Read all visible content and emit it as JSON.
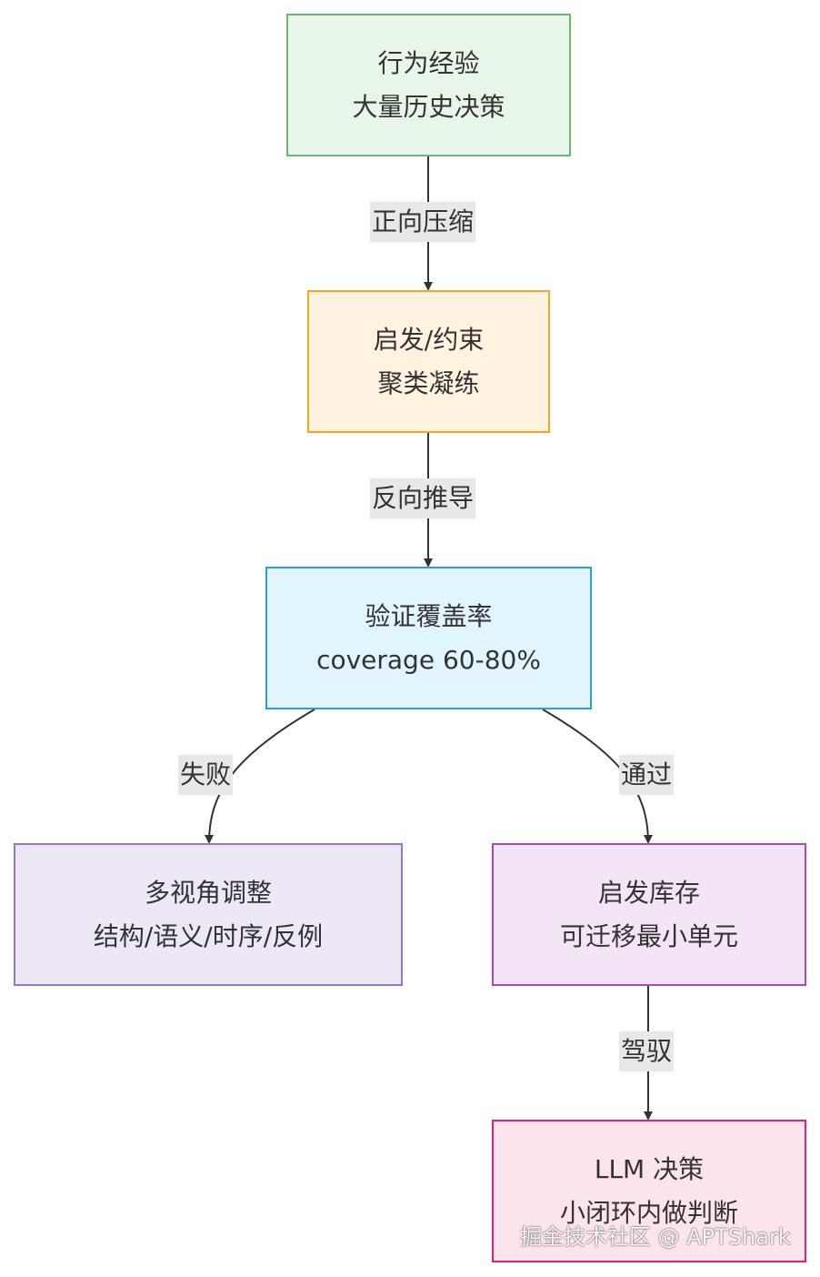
{
  "nodes": {
    "experience": {
      "line1": "行为经验",
      "line2": "大量历史决策"
    },
    "heuristic": {
      "line1": "启发/约束",
      "line2": "聚类凝练"
    },
    "validate": {
      "line1": "验证覆盖率",
      "line2": "coverage 60-80%"
    },
    "adjust": {
      "line1": "多视角调整",
      "line2": "结构/语义/时序/反例"
    },
    "inventory": {
      "line1": "启发库存",
      "line2": "可迁移最小单元"
    },
    "llm": {
      "line1": "LLM 决策",
      "line2": "小闭环内做判断"
    }
  },
  "edges": {
    "forward": "正向压缩",
    "reverse": "反向推导",
    "fail": "失败",
    "pass": "通过",
    "drive": "驾驭"
  },
  "watermark": "掘金技术社区 @ APTShark",
  "colors": {
    "edge": "#333333",
    "label_bg": "#e8e8e8",
    "green_border": "#66bb6a",
    "orange_border": "#f5a623",
    "blue_border": "#29a0d8",
    "purple_border": "#9575cd",
    "magenta_border": "#ab47bc",
    "pink_border": "#e91e7a"
  }
}
